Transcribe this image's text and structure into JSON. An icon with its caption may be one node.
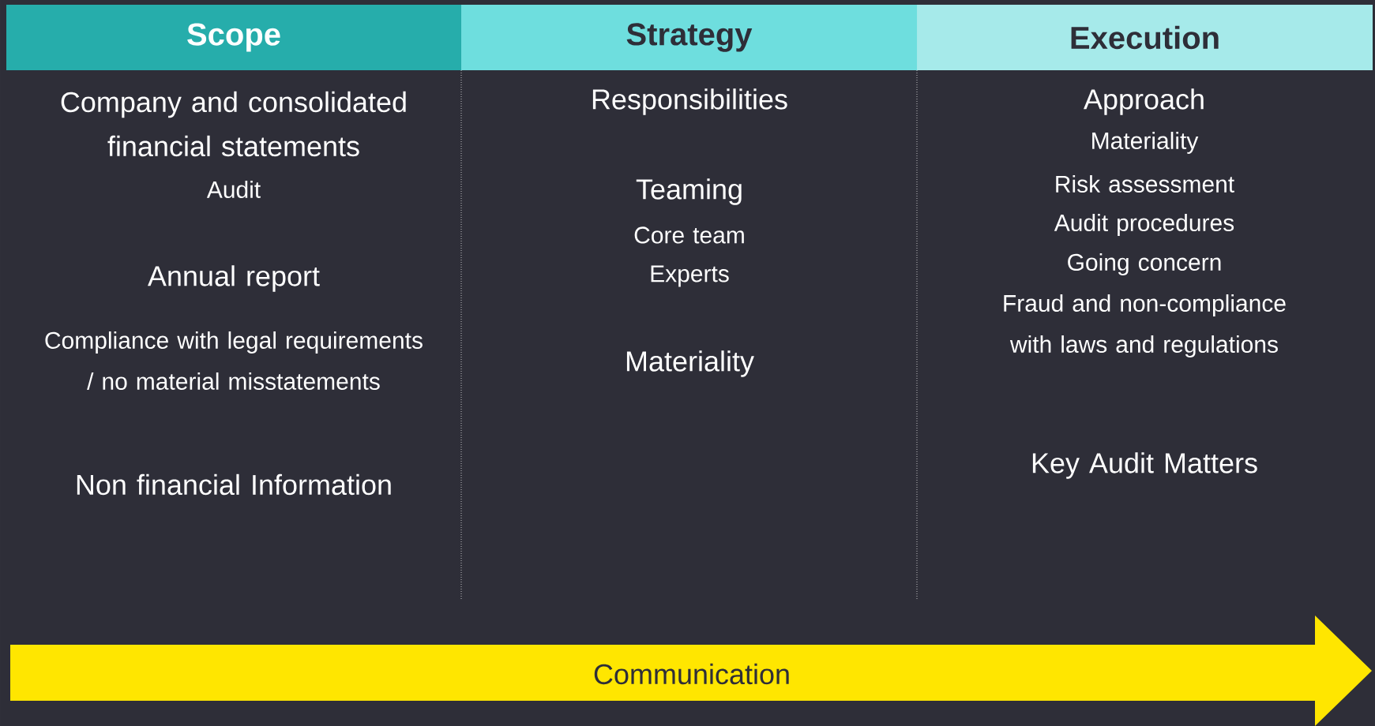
{
  "diagram": {
    "nodes": [
      {
        "text": [
          "Scope"
        ]
      },
      {
        "text": [
          "Strategy"
        ]
      },
      {
        "text": [
          "Execution"
        ]
      },
      {
        "text": [
          "Communication"
        ]
      }
    ],
    "labels": [
      "Company and consolidated financial statements",
      "Audit",
      "Annual report",
      "Compliance with legal requirements / no material misstatements",
      "Non financial Information",
      "Responsibilities",
      "Teaming",
      "Core team",
      "Experts",
      "Materiality",
      "Approach",
      "Materiality",
      "Risk assessment",
      "Audit procedures",
      "Going concern",
      "Fraud and non-compliance with laws and regulations",
      "Key Audit Matters"
    ]
  }
}
